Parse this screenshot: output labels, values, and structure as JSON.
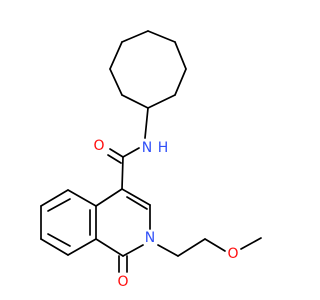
{
  "colors": {
    "bond": "#000000",
    "carbon": "#000000",
    "oxygen": "#ff0d0d",
    "nitrogen": "#3050f8",
    "background": "#ffffff"
  },
  "atoms": {
    "amide_n": "N",
    "amide_h": "H",
    "amide_o": "O",
    "ring_n": "N",
    "ring_o": "O",
    "ether_o": "O"
  }
}
